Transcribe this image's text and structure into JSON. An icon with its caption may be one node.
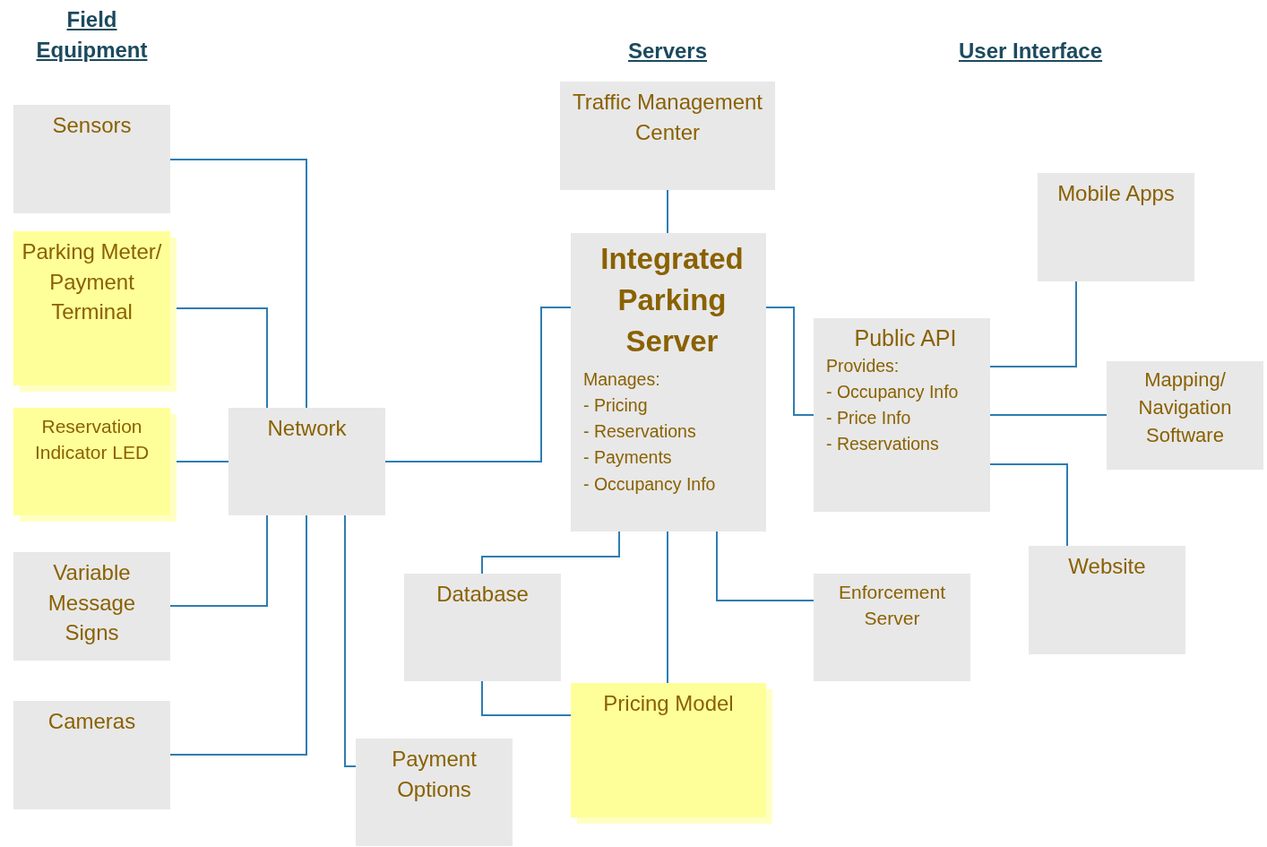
{
  "diagram": {
    "nodes": [
      {
        "text": [
          "Sensors"
        ]
      },
      {
        "text": [
          "Parking Meter/ Payment Terminal"
        ]
      },
      {
        "text": [
          "Reservation Indicator LED"
        ]
      },
      {
        "text": [
          "Variable Message Signs"
        ]
      },
      {
        "text": [
          "Cameras"
        ]
      },
      {
        "text": [
          "Network"
        ]
      },
      {
        "text": [
          "Payment Options"
        ]
      },
      {
        "text": [
          "Traffic Management Center"
        ]
      },
      {
        "text": [
          "Integrated Parking Server",
          "Manages:",
          "- Pricing",
          "- Reservations",
          "- Payments",
          "- Occupancy Info"
        ]
      },
      {
        "text": [
          "Database"
        ]
      },
      {
        "text": [
          "Pricing Model"
        ]
      },
      {
        "text": [
          "Enforcement Server"
        ]
      },
      {
        "text": [
          "Public API",
          "Provides:",
          "- Occupancy Info",
          "- Price Info",
          "- Reservations"
        ]
      },
      {
        "text": [
          "Mobile Apps"
        ]
      },
      {
        "text": [
          "Mapping/ Navigation Software"
        ]
      },
      {
        "text": [
          "Website"
        ]
      }
    ],
    "edges": [
      {
        "from": 0,
        "to": 5,
        "arrow": "none"
      },
      {
        "from": 1,
        "to": 5,
        "arrow": "none"
      },
      {
        "from": 2,
        "to": 5,
        "arrow": "none"
      },
      {
        "from": 3,
        "to": 5,
        "arrow": "none"
      },
      {
        "from": 4,
        "to": 5,
        "arrow": "none"
      },
      {
        "from": 5,
        "to": 6,
        "arrow": "none"
      },
      {
        "from": 5,
        "to": 8,
        "arrow": "none"
      },
      {
        "from": 7,
        "to": 8,
        "arrow": "none"
      },
      {
        "from": 8,
        "to": 9,
        "arrow": "none"
      },
      {
        "from": 8,
        "to": 10,
        "arrow": "none"
      },
      {
        "from": 8,
        "to": 11,
        "arrow": "none"
      },
      {
        "from": 9,
        "to": 10,
        "arrow": "none"
      },
      {
        "from": 8,
        "to": 12,
        "arrow": "none"
      },
      {
        "from": 12,
        "to": 13,
        "arrow": "none"
      },
      {
        "from": 12,
        "to": 14,
        "arrow": "none"
      },
      {
        "from": 12,
        "to": 15,
        "arrow": "none"
      }
    ],
    "labels": [
      "Field Equipment",
      "Servers",
      "User Interface"
    ]
  }
}
